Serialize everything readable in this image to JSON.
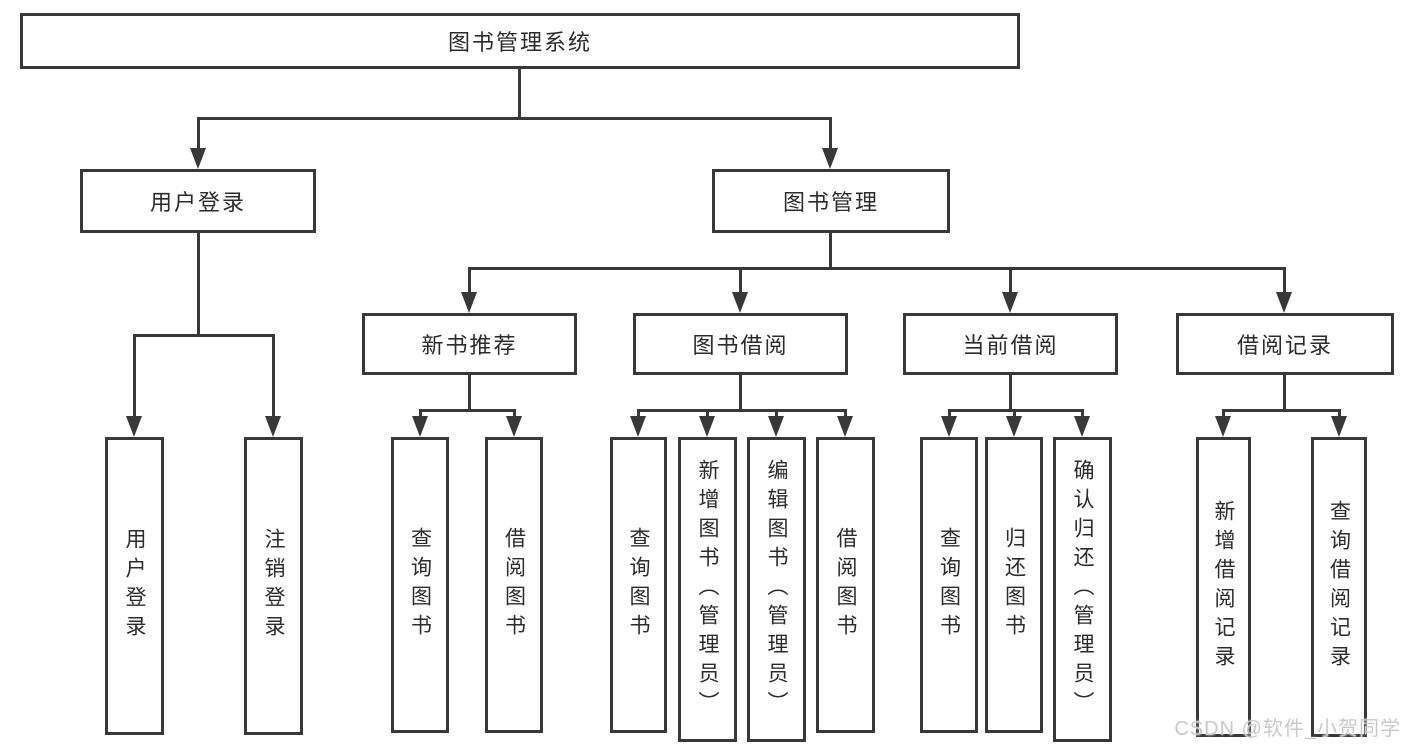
{
  "diagram": {
    "root": {
      "label": "图书管理系统"
    },
    "branches": [
      {
        "label": "用户登录",
        "children": [
          {
            "label": "用户登录"
          },
          {
            "label": "注销登录"
          }
        ]
      },
      {
        "label": "图书管理",
        "children": [
          {
            "label": "新书推荐",
            "children": [
              {
                "label": "查询图书"
              },
              {
                "label": "借阅图书"
              }
            ]
          },
          {
            "label": "图书借阅",
            "children": [
              {
                "label": "查询图书"
              },
              {
                "label": "新增图书（管理员）"
              },
              {
                "label": "编辑图书（管理员）"
              },
              {
                "label": "借阅图书"
              }
            ]
          },
          {
            "label": "当前借阅",
            "children": [
              {
                "label": "查询图书"
              },
              {
                "label": "归还图书"
              },
              {
                "label": "确认归还（管理员）"
              }
            ]
          },
          {
            "label": "借阅记录",
            "children": [
              {
                "label": "新增借阅记录"
              },
              {
                "label": "查询借阅记录"
              }
            ]
          }
        ]
      }
    ]
  },
  "watermark": {
    "text": "CSDN @软件_小贺同学"
  },
  "colors": {
    "line": "#383838",
    "text": "#2b2b2b",
    "watermark": "#c9c9c9",
    "background": "#ffffff"
  }
}
